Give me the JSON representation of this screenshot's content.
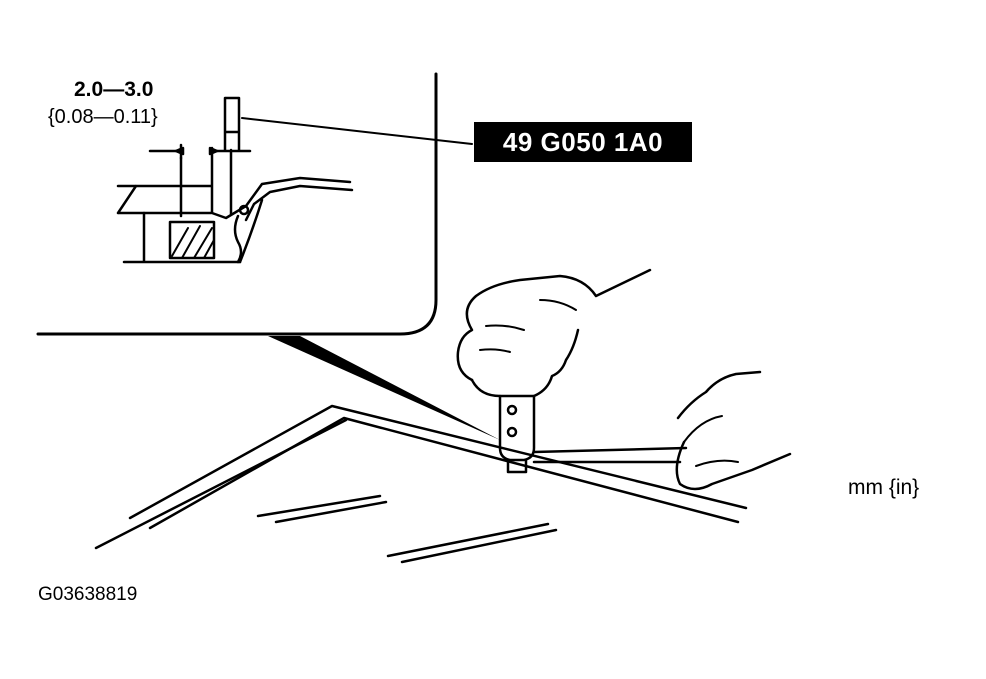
{
  "dimension": {
    "metric": "2.0—3.0",
    "imperial": "{0.08—0.11}"
  },
  "tool_number": "49 G050 1A0",
  "unit_label": "mm {in}",
  "figure_id": "G03638819",
  "colors": {
    "ink": "#000000",
    "background": "#ffffff",
    "tool_label_text": "#ffffff"
  }
}
